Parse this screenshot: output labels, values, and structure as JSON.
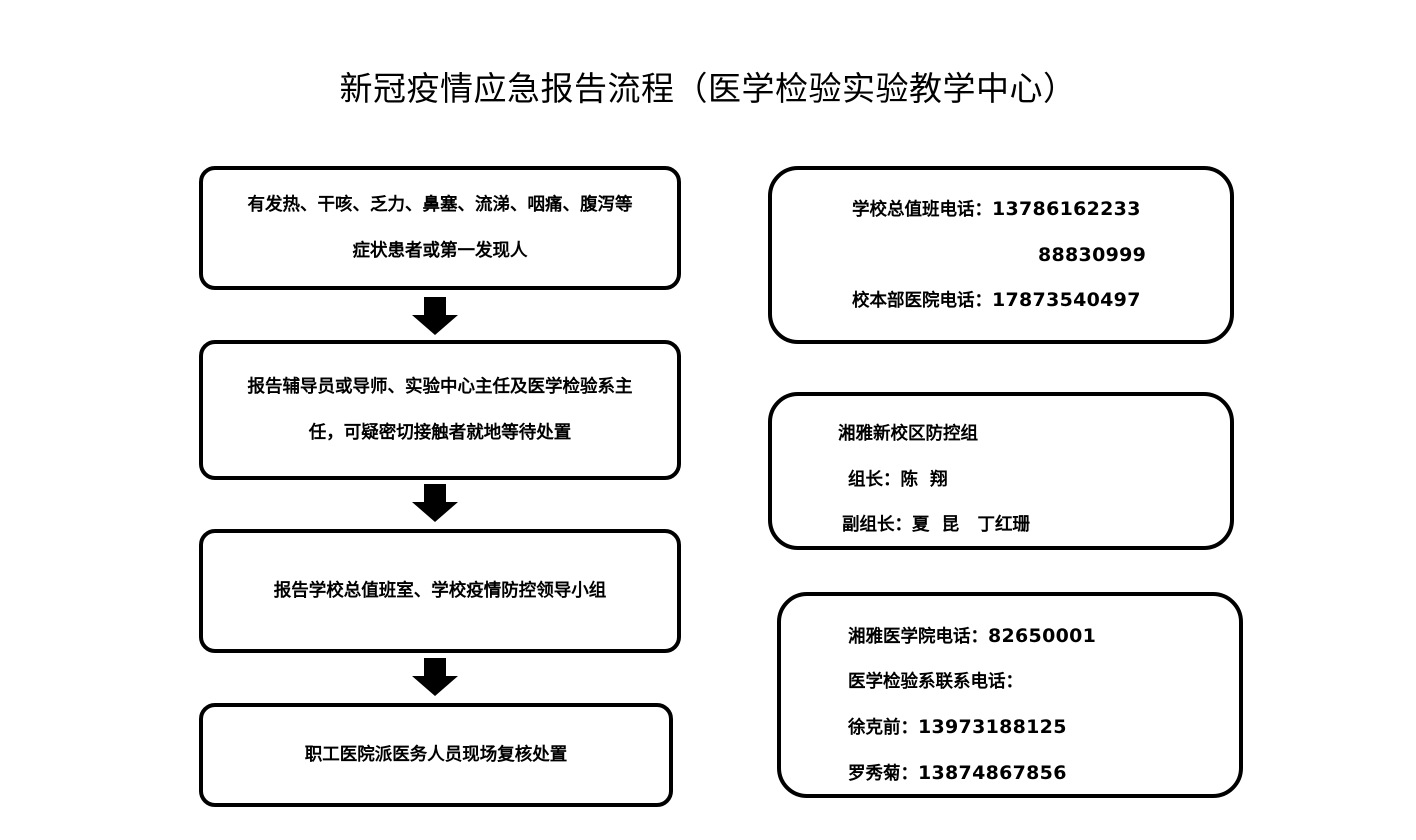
{
  "title": "新冠疫情应急报告流程（医学检验实验教学中心）",
  "flow": [
    {
      "lines": [
        "有发热、干咳、乏力、鼻塞、流涕、咽痛、腹泻等",
        "症状患者或第一发现人"
      ]
    },
    {
      "lines": [
        "报告辅导员或导师、实验中心主任及医学检验系主",
        "任，可疑密切接触者就地等待处置"
      ]
    },
    {
      "lines": [
        "报告学校总值班室、学校疫情防控领导小组"
      ]
    },
    {
      "lines": [
        "职工医院派医务人员现场复核处置"
      ]
    }
  ],
  "contacts_top": {
    "duty_label": "学校总值班电话：",
    "duty_phone_1": "13786162233",
    "duty_phone_2": "88830999",
    "hospital_label": "校本部医院电话：",
    "hospital_phone": "17873540497"
  },
  "prevention_group": {
    "title": "湘雅新校区防控组",
    "leader": "组长：陈  翔",
    "deputy": "副组长：夏  昆   丁红珊"
  },
  "contacts_bottom": {
    "college_label": "湘雅医学院电话：",
    "college_phone": "82650001",
    "dept_label": "医学检验系联系电话：",
    "person1_label": "徐克前：",
    "person1_phone": "13973188125",
    "person2_label": "罗秀菊：",
    "person2_phone": "13874867856"
  },
  "colors": {
    "stroke": "#000000",
    "background": "#ffffff"
  },
  "icons": [
    "down-arrow-icon"
  ]
}
